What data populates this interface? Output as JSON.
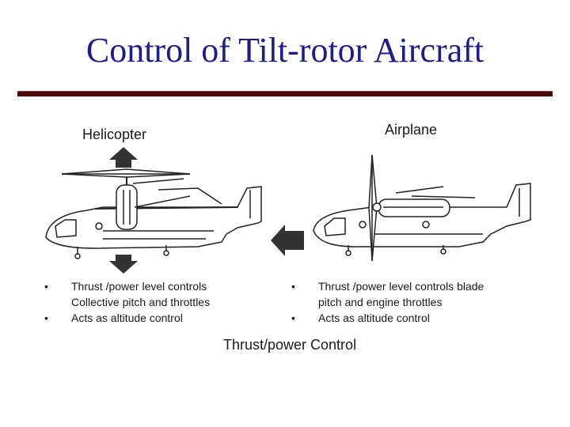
{
  "title": "Control of Tilt-rotor Aircraft",
  "left": {
    "mode_label": "Helicopter",
    "bullets": [
      "Thrust /power level controls",
      "Acts as altitude control"
    ],
    "continuation": "Collective pitch and throttles"
  },
  "right": {
    "mode_label": "Airplane",
    "bullets": [
      "Thrust /power level controls blade",
      "Acts as altitude control"
    ],
    "continuation": "pitch and engine  throttles"
  },
  "caption": "Thrust/power Control",
  "colors": {
    "title": "#1c1c8c",
    "rule": "#4a0a0a",
    "arrow": "#333333"
  }
}
